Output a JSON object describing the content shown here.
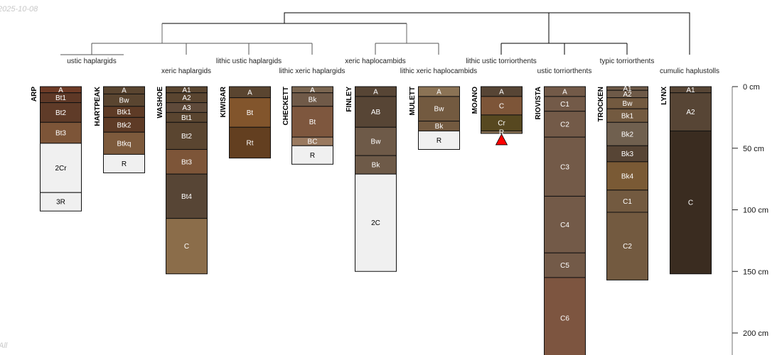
{
  "date_stamp": "2025-10-08",
  "group_label": "All",
  "taxa": [
    "ustic haplargids",
    "xeric haplargids",
    "lithic ustic haplargids",
    "lithic xeric haplargids",
    "xeric haplocambids",
    "lithic xeric haplocambids",
    "lithic ustic torriorthents",
    "ustic torriorthents",
    "typic torriorthents",
    "cumulic haplustolls"
  ],
  "depth_axis": {
    "ticks": [
      0,
      50,
      100,
      150,
      200
    ],
    "labels": [
      "0 cm",
      "50 cm",
      "100 cm",
      "150 cm",
      "200 cm"
    ]
  },
  "profiles": [
    {
      "name": "ARP",
      "horizons": [
        [
          "A",
          0,
          5,
          "#6e3b26"
        ],
        [
          "Bt1",
          5,
          13,
          "#5e3826"
        ],
        [
          "Bt2",
          13,
          29,
          "#5f3b28"
        ],
        [
          "Bt3",
          29,
          46,
          "#7d5538"
        ],
        [
          "2Cr",
          46,
          86,
          "#f0f0f0"
        ],
        [
          "3R",
          86,
          101,
          "#f0f0f0"
        ]
      ]
    },
    {
      "name": "HARTPEAK",
      "horizons": [
        [
          "A",
          0,
          6,
          "#5a4530"
        ],
        [
          "Bw",
          6,
          16,
          "#5a4530"
        ],
        [
          "Btk1",
          16,
          25,
          "#5e3b26"
        ],
        [
          "Btk2",
          25,
          37,
          "#5e3b26"
        ],
        [
          "Btkq",
          37,
          55,
          "#7d5a3c"
        ],
        [
          "R",
          55,
          70,
          "#f0f0f0"
        ]
      ]
    },
    {
      "name": "WASHOE",
      "horizons": [
        [
          "A1",
          0,
          5,
          "#5a4530"
        ],
        [
          "A2",
          5,
          13,
          "#5a4530"
        ],
        [
          "A3",
          13,
          21,
          "#5f4a3a"
        ],
        [
          "Bt1",
          21,
          29,
          "#5a4530"
        ],
        [
          "Bt2",
          29,
          51,
          "#5a4530"
        ],
        [
          "Bt3",
          51,
          71,
          "#7d5538"
        ],
        [
          "Bt4",
          71,
          107,
          "#574535"
        ],
        [
          "C",
          107,
          152,
          "#8b6d4a"
        ]
      ]
    },
    {
      "name": "KIWISAR",
      "horizons": [
        [
          "A",
          0,
          9,
          "#5a4530"
        ],
        [
          "Bt",
          9,
          33,
          "#82552c"
        ],
        [
          "Rt",
          33,
          58,
          "#633f20"
        ]
      ]
    },
    {
      "name": "CHECKETT",
      "horizons": [
        [
          "A",
          0,
          5,
          "#7a6550"
        ],
        [
          "Bk",
          5,
          16,
          "#705a48"
        ],
        [
          "Bt",
          16,
          41,
          "#7e573e"
        ],
        [
          "BC",
          41,
          48,
          "#9a7a60"
        ],
        [
          "R",
          48,
          63,
          "#f0f0f0"
        ]
      ]
    },
    {
      "name": "FINLEY",
      "horizons": [
        [
          "A",
          0,
          8,
          "#574535"
        ],
        [
          "AB",
          8,
          33,
          "#574535"
        ],
        [
          "Bw",
          33,
          56,
          "#6e5a48"
        ],
        [
          "Bk",
          56,
          71,
          "#6e5a48"
        ],
        [
          "2C",
          71,
          150,
          "#f0f0f0"
        ]
      ]
    },
    {
      "name": "MULETT",
      "horizons": [
        [
          "A",
          0,
          8,
          "#8b7355"
        ],
        [
          "Bw",
          8,
          28,
          "#735a40"
        ],
        [
          "Bk",
          28,
          36,
          "#735a40"
        ],
        [
          "R",
          36,
          51,
          "#f0f0f0"
        ]
      ]
    },
    {
      "name": "MOANO",
      "horizons": [
        [
          "A",
          0,
          8,
          "#574535"
        ],
        [
          "C",
          8,
          23,
          "#7d5538"
        ],
        [
          "Cr",
          23,
          36,
          "#574820"
        ],
        [
          "R",
          36,
          38,
          "#8b7355"
        ]
      ],
      "truncated": true
    },
    {
      "name": "RIOVISTA",
      "horizons": [
        [
          "A",
          0,
          8,
          "#735a48"
        ],
        [
          "C1",
          8,
          20,
          "#735a48"
        ],
        [
          "C2",
          20,
          41,
          "#735a48"
        ],
        [
          "C3",
          41,
          89,
          "#735a48"
        ],
        [
          "C4",
          89,
          135,
          "#735a48"
        ],
        [
          "C5",
          135,
          155,
          "#735a48"
        ],
        [
          "C6",
          155,
          225,
          "#7d5540"
        ]
      ]
    },
    {
      "name": "TROCKEN",
      "horizons": [
        [
          "A1",
          0,
          3,
          "#6e5a48"
        ],
        [
          "A2",
          3,
          9,
          "#6e5a48"
        ],
        [
          "Bw",
          9,
          18,
          "#735a40"
        ],
        [
          "Bk1",
          18,
          29,
          "#735a40"
        ],
        [
          "Bk2",
          29,
          48,
          "#70604f"
        ],
        [
          "Bk3",
          48,
          61,
          "#574535"
        ],
        [
          "Bk4",
          61,
          84,
          "#7a5a35"
        ],
        [
          "C1",
          84,
          102,
          "#735a40"
        ],
        [
          "C2",
          102,
          157,
          "#735a40"
        ]
      ]
    },
    {
      "name": "LYNX",
      "horizons": [
        [
          "A1",
          0,
          5,
          "#574535"
        ],
        [
          "A2",
          5,
          36,
          "#574535"
        ],
        [
          "C",
          36,
          152,
          "#3a2c20"
        ]
      ]
    }
  ]
}
